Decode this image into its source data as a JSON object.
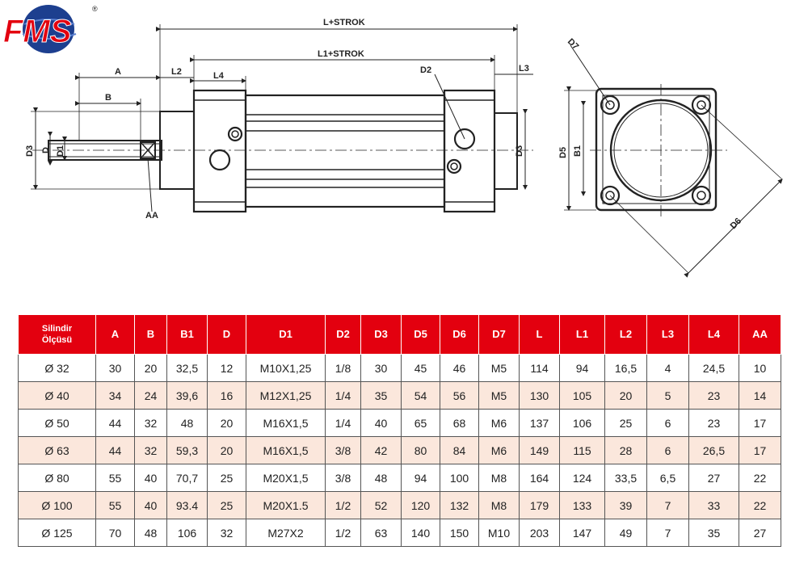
{
  "brand": {
    "logo_text": "FMS",
    "registered_mark": "®"
  },
  "drawing_labels": {
    "l_strok": "L+STROK",
    "l1_strok": "L1+STROK",
    "a": "A",
    "b": "B",
    "l2": "L2",
    "l4": "L4",
    "l3": "L3",
    "d": "D",
    "d1": "D1",
    "d2": "D2",
    "d3_left": "D3",
    "d3_right": "D3",
    "aa": "AA",
    "d5": "D5",
    "b1": "B1",
    "d6": "D6",
    "d7": "D7"
  },
  "table": {
    "headers": [
      "Silindir\nÖlçüsü",
      "A",
      "B",
      "B1",
      "D",
      "D1",
      "D2",
      "D3",
      "D5",
      "D6",
      "D7",
      "L",
      "L1",
      "L2",
      "L3",
      "L4",
      "AA"
    ],
    "header_line1": "Silindir",
    "header_line2": "Ölçüsü",
    "rows": [
      [
        "Ø 32",
        "30",
        "20",
        "32,5",
        "12",
        "M10X1,25",
        "1/8",
        "30",
        "45",
        "46",
        "M5",
        "114",
        "94",
        "16,5",
        "4",
        "24,5",
        "10"
      ],
      [
        "Ø 40",
        "34",
        "24",
        "39,6",
        "16",
        "M12X1,25",
        "1/4",
        "35",
        "54",
        "56",
        "M5",
        "130",
        "105",
        "20",
        "5",
        "23",
        "14"
      ],
      [
        "Ø 50",
        "44",
        "32",
        "48",
        "20",
        "M16X1,5",
        "1/4",
        "40",
        "65",
        "68",
        "M6",
        "137",
        "106",
        "25",
        "6",
        "23",
        "17"
      ],
      [
        "Ø 63",
        "44",
        "32",
        "59,3",
        "20",
        "M16X1,5",
        "3/8",
        "42",
        "80",
        "84",
        "M6",
        "149",
        "115",
        "28",
        "6",
        "26,5",
        "17"
      ],
      [
        "Ø 80",
        "55",
        "40",
        "70,7",
        "25",
        "M20X1,5",
        "3/8",
        "48",
        "94",
        "100",
        "M8",
        "164",
        "124",
        "33,5",
        "6,5",
        "27",
        "22"
      ],
      [
        "Ø 100",
        "55",
        "40",
        "93.4",
        "25",
        "M20X1.5",
        "1/2",
        "52",
        "120",
        "132",
        "M8",
        "179",
        "133",
        "39",
        "7",
        "33",
        "22"
      ],
      [
        "Ø 125",
        "70",
        "48",
        "106",
        "32",
        "M27X2",
        "1/2",
        "63",
        "140",
        "150",
        "M10",
        "203",
        "147",
        "49",
        "7",
        "35",
        "27"
      ]
    ]
  },
  "colors": {
    "header_red": "#e3000f",
    "row_tint": "#fbe7dc",
    "logo_blue": "#1d3f8f"
  }
}
